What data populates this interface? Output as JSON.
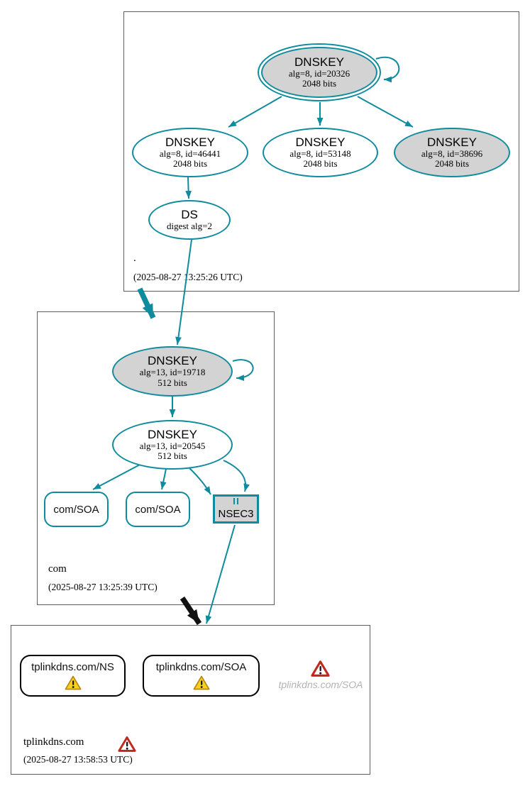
{
  "colors": {
    "secure_teal": "#0f8b9e",
    "node_gray_fill": "#d3d3d3",
    "warning_yellow": "#f5d020",
    "warning_outline": "#b8860b",
    "error_red": "#c0281e",
    "ghost_text_gray": "#b3b3b3",
    "box_border_gray": "#5c5c5c"
  },
  "icons": {
    "warning": "warning-triangle-icon",
    "error": "error-triangle-icon"
  },
  "zones": {
    "root": {
      "label": ".",
      "timestamp": "(2025-08-27 13:25:26 UTC)",
      "ksk": {
        "title": "DNSKEY",
        "alg": "alg=8, id=20326",
        "bits": "2048 bits"
      },
      "key46441": {
        "title": "DNSKEY",
        "alg": "alg=8, id=46441",
        "bits": "2048 bits"
      },
      "key53148": {
        "title": "DNSKEY",
        "alg": "alg=8, id=53148",
        "bits": "2048 bits"
      },
      "key38696": {
        "title": "DNSKEY",
        "alg": "alg=8, id=38696",
        "bits": "2048 bits"
      },
      "ds": {
        "title": "DS",
        "detail": "digest alg=2"
      }
    },
    "com": {
      "label": "com",
      "timestamp": "(2025-08-27 13:25:39 UTC)",
      "ksk": {
        "title": "DNSKEY",
        "alg": "alg=13, id=19718",
        "bits": "512 bits"
      },
      "zsk": {
        "title": "DNSKEY",
        "alg": "alg=13, id=20545",
        "bits": "512 bits"
      },
      "soa1": {
        "label": "com/SOA"
      },
      "soa2": {
        "label": "com/SOA"
      },
      "nsec3": {
        "label": "NSEC3"
      }
    },
    "tplinkdns": {
      "label": "tplinkdns.com",
      "timestamp": "(2025-08-27 13:58:53 UTC)",
      "ns": {
        "label": "tplinkdns.com/NS"
      },
      "soa": {
        "label": "tplinkdns.com/SOA"
      },
      "missing_soa": {
        "label": "tplinkdns.com/SOA"
      }
    }
  }
}
